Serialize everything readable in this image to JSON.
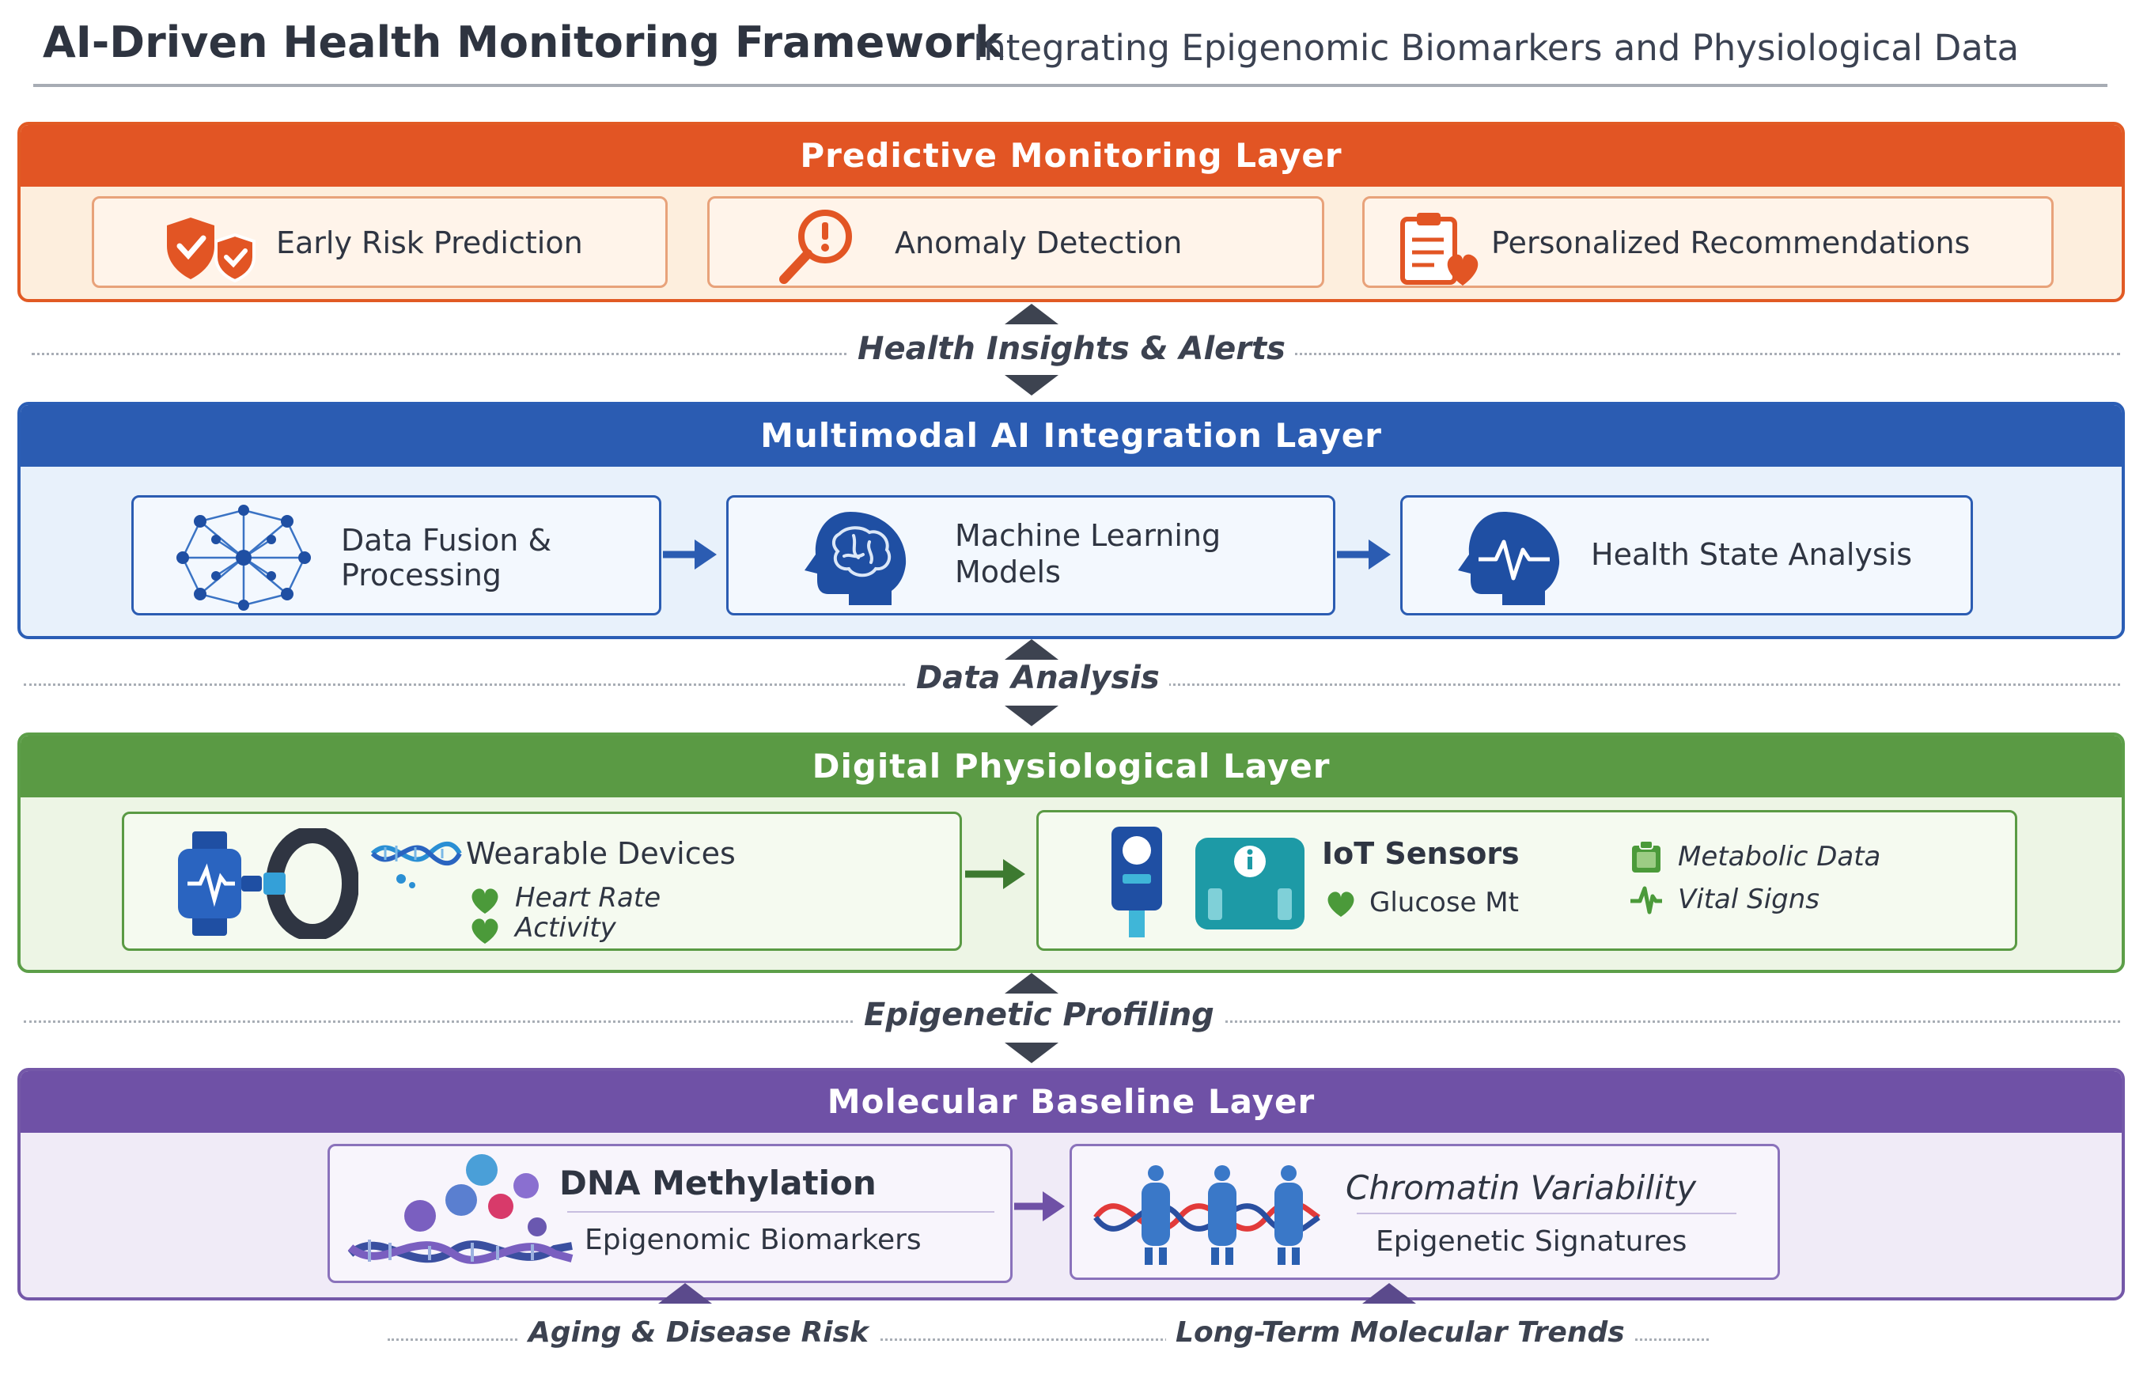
{
  "header": {
    "title": "AI-Driven Health Monitoring Framework",
    "subtitle": "Integrating Epigenomic Biomarkers and Physiological Data"
  },
  "layers": {
    "predictive": {
      "title": "Predictive Monitoring Layer",
      "color": "#e25524",
      "cards": [
        {
          "label": "Early Risk Prediction",
          "icon": "shield-check-icon"
        },
        {
          "label": "Anomaly Detection",
          "icon": "magnifier-alert-icon"
        },
        {
          "label": "Personalized Recommendations",
          "icon": "clipboard-heart-icon"
        }
      ]
    },
    "integration": {
      "title": "Multimodal AI Integration Layer",
      "color": "#2b5cb2",
      "cards": [
        {
          "line1": "Data Fusion &",
          "line2": "Processing",
          "icon": "neural-network-icon"
        },
        {
          "line1": "Machine Learning",
          "line2": "Models",
          "icon": "brain-head-icon"
        },
        {
          "label": "Health State Analysis",
          "icon": "heartbeat-head-icon"
        }
      ]
    },
    "physiological": {
      "title": "Digital Physiological Layer",
      "color": "#5a9a44",
      "wearables": {
        "label": "Wearable Devices",
        "items": [
          "Heart Rate",
          "Activity"
        ]
      },
      "iot": {
        "label": "IoT Sensors",
        "glucose": "Glucose Mt",
        "metabolic": "Metabolic Data",
        "vitals": "Vital Signs"
      }
    },
    "molecular": {
      "title": "Molecular Baseline Layer",
      "color": "#6f51a6",
      "cards": [
        {
          "title": "DNA Methylation",
          "subtitle": "Epigenomic Biomarkers",
          "icon": "dna-molecules-icon"
        },
        {
          "title": "Chromatin Variability",
          "subtitle": "Epigenetic Signatures",
          "icon": "chromatin-icon"
        }
      ]
    }
  },
  "connectors": {
    "insights": "Health Insights & Alerts",
    "analysis": "Data Analysis",
    "profiling": "Epigenetic Profiling",
    "aging": "Aging & Disease Risk",
    "trends": "Long-Term Molecular Trends"
  }
}
